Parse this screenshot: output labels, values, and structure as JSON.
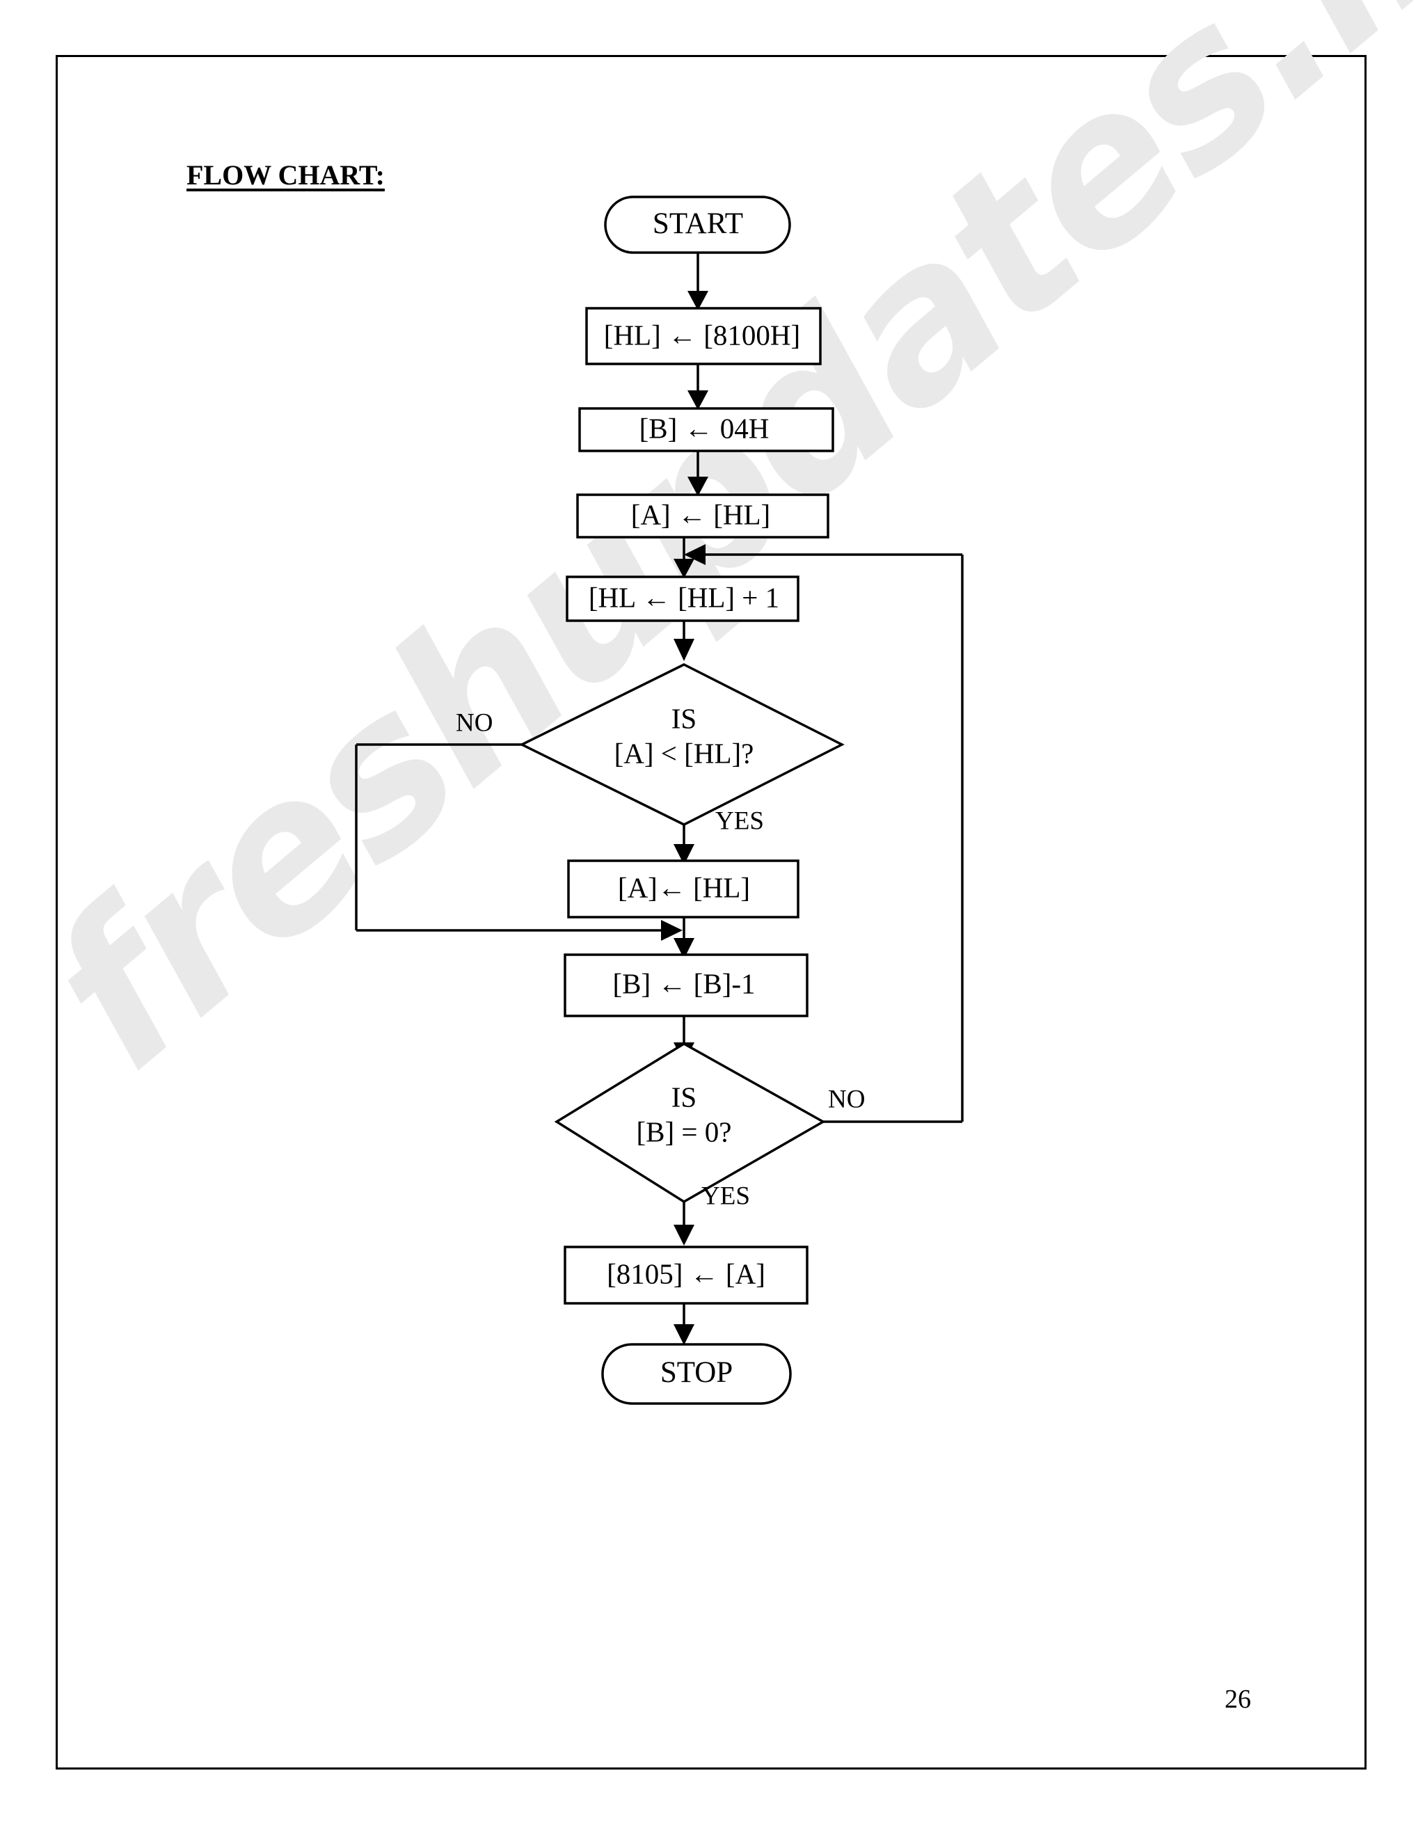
{
  "page": {
    "title": "FLOW CHART:",
    "page_number": "26",
    "watermark": "freshupdates.in",
    "watermark_color": "#e9e9e9",
    "ink_color": "#000000",
    "background_color": "#ffffff"
  },
  "chart_data": {
    "type": "flowchart",
    "title": "FLOW CHART:",
    "nodes": [
      {
        "id": "start",
        "shape": "terminator",
        "label": "START"
      },
      {
        "id": "n1",
        "shape": "process",
        "label": "[HL] ← [8100H]"
      },
      {
        "id": "n2",
        "shape": "process",
        "label": "[B] ← 04H"
      },
      {
        "id": "n3",
        "shape": "process",
        "label": "[A] ← [HL]"
      },
      {
        "id": "n4",
        "shape": "process",
        "label": "[HL ← [HL] + 1"
      },
      {
        "id": "d1",
        "shape": "decision",
        "label_line1": "IS",
        "label_line2": "[A] <  [HL]?"
      },
      {
        "id": "n5",
        "shape": "process",
        "label": "[A]← [HL]"
      },
      {
        "id": "n6",
        "shape": "process",
        "label": "[B] ← [B]-1"
      },
      {
        "id": "d2",
        "shape": "decision",
        "label_line1": "IS",
        "label_line2": "[B] = 0?"
      },
      {
        "id": "n7",
        "shape": "process",
        "label": "[8105] ← [A]"
      },
      {
        "id": "stop",
        "shape": "terminator",
        "label": "STOP"
      }
    ],
    "edges": [
      {
        "from": "start",
        "to": "n1",
        "label": ""
      },
      {
        "from": "n1",
        "to": "n2",
        "label": ""
      },
      {
        "from": "n2",
        "to": "n3",
        "label": ""
      },
      {
        "from": "n3",
        "to": "n4",
        "label": ""
      },
      {
        "from": "n4",
        "to": "d1",
        "label": ""
      },
      {
        "from": "d1",
        "to": "n5",
        "label": "YES"
      },
      {
        "from": "d1",
        "to": "n6",
        "label": "NO"
      },
      {
        "from": "n5",
        "to": "n6",
        "label": ""
      },
      {
        "from": "n6",
        "to": "d2",
        "label": ""
      },
      {
        "from": "d2",
        "to": "n7",
        "label": "YES"
      },
      {
        "from": "d2",
        "to": "n4",
        "label": "NO"
      },
      {
        "from": "n7",
        "to": "stop",
        "label": ""
      }
    ],
    "branch_labels": {
      "d1_no": "NO",
      "d1_yes": "YES",
      "d2_no": "NO",
      "d2_yes": "YES"
    }
  },
  "nodes": {
    "start": "START",
    "hl_init": "[HL] ← [8100H]",
    "b_init": "[B] ← 04H",
    "a_load": "[A] ← [HL]",
    "hl_inc": "[HL ← [HL] + 1",
    "cmp_is": "IS",
    "cmp_cond": "[A] <  [HL]?",
    "a_update": "[A]← [HL]",
    "b_dec": "[B] ← [B]-1",
    "bzero_is": "IS",
    "bzero_cond": "[B] = 0?",
    "store": "[8105] ← [A]",
    "stop": "STOP"
  },
  "labels": {
    "d1_no": "NO",
    "d1_yes": "YES",
    "d2_no": "NO",
    "d2_yes": "YES"
  }
}
